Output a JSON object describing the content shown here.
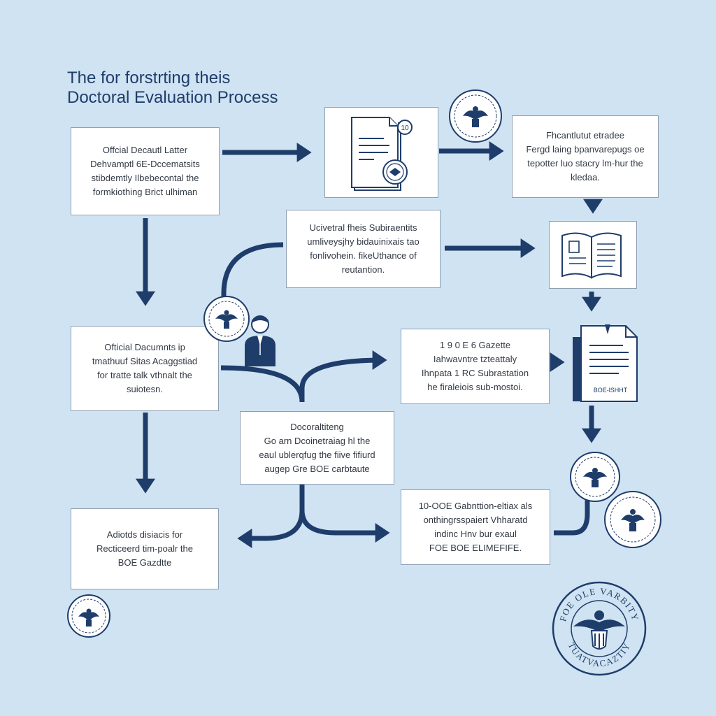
{
  "title": {
    "line1": "The for forstrting theis",
    "line2": "Doctoral Evaluation Process"
  },
  "boxes": {
    "official_letter": [
      "Offcial Decautl Latter",
      "Dehvamptl 6E-Dccematsits",
      "stibdemtly Ilbebecontal the",
      "formkiothing Brict ulhiman"
    ],
    "top_right": [
      "Fhcantlutut etradee",
      "Fergd laing bpanvarepugs oe",
      "tepotter luo stacry lm-hur the",
      "kledaa."
    ],
    "center_top": [
      "Ucivetral fheis Subiraentits",
      "umliveysjhy bidauinixais tao",
      "fonlivohein. fikeUthance of",
      "reutantion."
    ],
    "official_docs": [
      "Ofticial Dacumnts ip",
      "tmathuuf Sitas Acaggstiad",
      "for tratte talk vthnalt the",
      "suiotesn."
    ],
    "gazette_mid": [
      "1 9 0 E 6 Gazette",
      "Iahwavntre tzteattaly",
      "Ihnpata 1 RC Subrastation",
      "he firaleiois sub-mostoi."
    ],
    "center_mid": [
      "Docoraltiteng",
      "Go arn Dcoinetraiag hl the",
      "eaul ublerqfug the fiive fifiurd",
      "augep Gre BOE carbtaute"
    ],
    "gazette_low": [
      "10-OOE Gabnttion-eltiax als",
      "onthingrsspaiert Vhharatd",
      "indinc Hnv bur exaul",
      "FOE BOE ELIMEFIFE."
    ],
    "bottom_left": [
      "Adiotds disiacis for",
      "Recticeerd tim-poalr the",
      "BOE Gazdtte"
    ]
  },
  "doc_icon_badge": "10",
  "doc_icon_label": "BOE-lSHHT",
  "seal_large": {
    "top_text": "FOE OLE VARBITY",
    "bottom_text": "TUATVACAZTIY"
  },
  "colors": {
    "background": "#cfe3f2",
    "navy": "#1f3d6b",
    "box_border": "#8e9fb3"
  },
  "icons": [
    "document-seal-icon",
    "open-book-icon",
    "document-stack-icon",
    "person-icon",
    "emblem-seal-icon"
  ]
}
